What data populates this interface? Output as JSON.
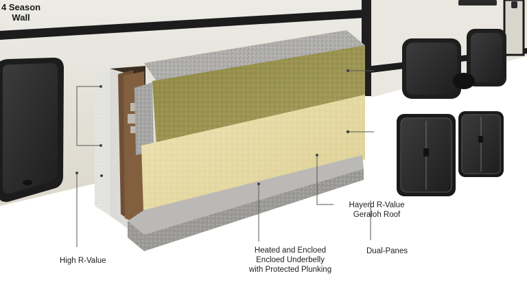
{
  "title": {
    "line1": "4 Season",
    "line2": "Wall"
  },
  "labels": {
    "high_r_value": "High R-Value",
    "heated_underbelly_1": "Heated and Encloed",
    "heated_underbelly_2": "Encloed Underbelly",
    "heated_underbelly_3": "with Protected Plunking",
    "layered_roof_1": "Hayerd R-Value",
    "layered_roof_2": "Geraloh Roof",
    "dual_panes": "Dual-Panes"
  },
  "colors": {
    "rv_body": "#e6e3da",
    "rv_trim": "#1c1c1c",
    "window_dark": "#2a2a2a",
    "foam_white": "#ecece9",
    "wood": "#7a5a3e",
    "granite": "#a9a9a7",
    "insulation_olive": "#9b9352",
    "insulation_yellow": "#e8dba4",
    "leader_line": "#555555"
  }
}
